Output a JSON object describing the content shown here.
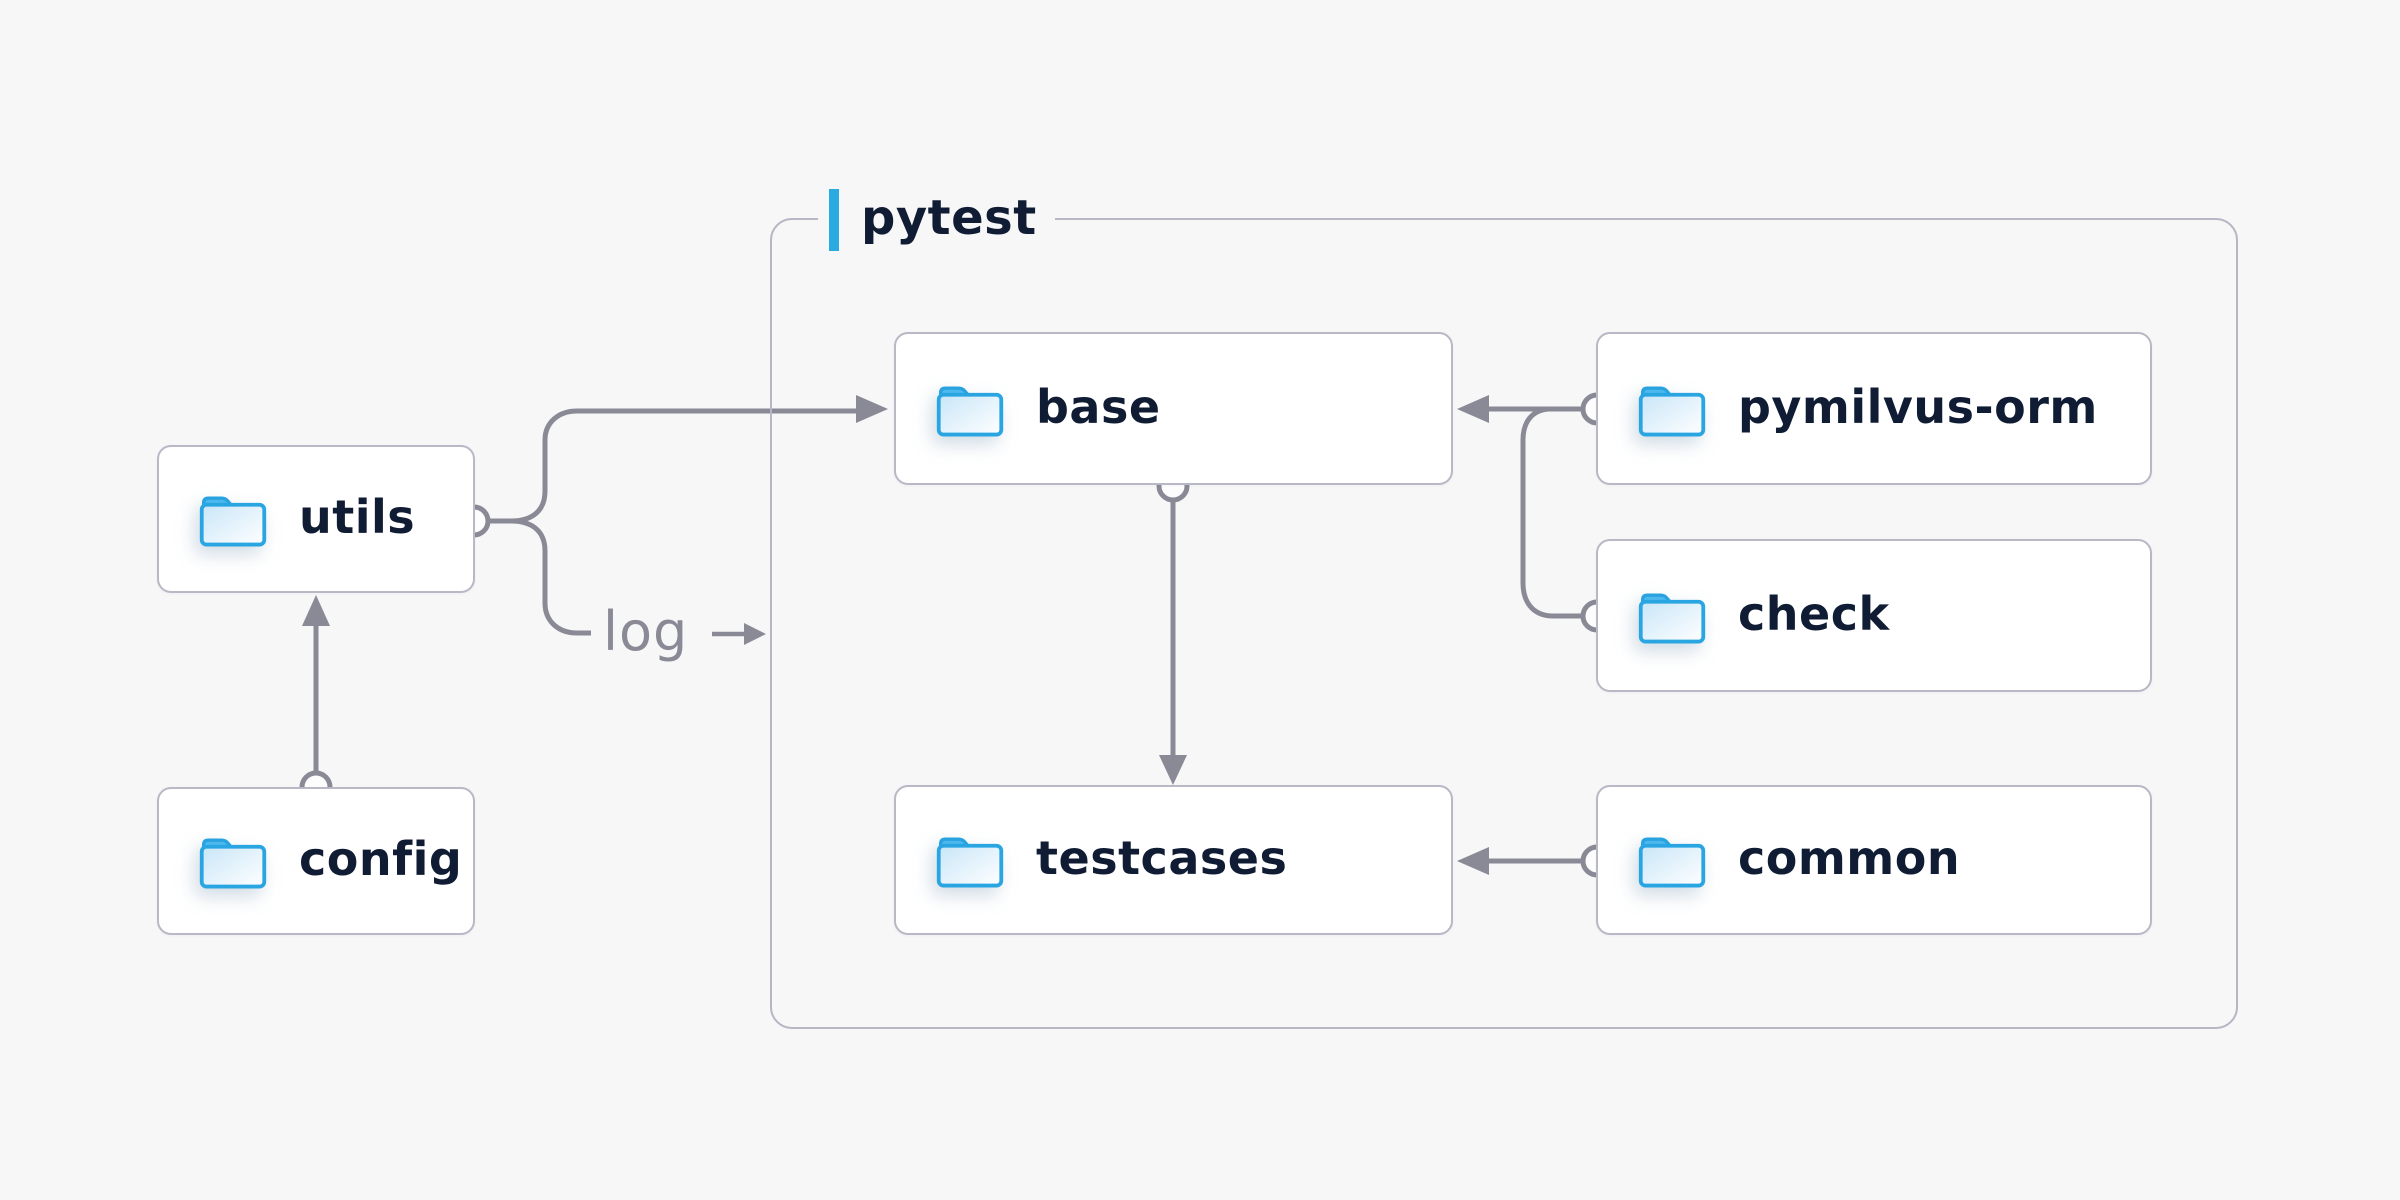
{
  "colors": {
    "background": "#f7f7f8",
    "line": "#8a8a96",
    "accent_blue": "#29abe2",
    "node_text": "#0f1c33",
    "node_border": "#b8b8c6",
    "folder_blue": "#29a5e2"
  },
  "container": {
    "label": "pytest"
  },
  "nodes": [
    {
      "id": "utils",
      "label": "utils",
      "icon": "folder"
    },
    {
      "id": "config",
      "label": "config",
      "icon": "folder"
    },
    {
      "id": "base",
      "label": "base",
      "icon": "folder"
    },
    {
      "id": "pymilvus-orm",
      "label": "pymilvus-orm",
      "icon": "folder"
    },
    {
      "id": "check",
      "label": "check",
      "icon": "folder"
    },
    {
      "id": "testcases",
      "label": "testcases",
      "icon": "folder"
    },
    {
      "id": "common",
      "label": "common",
      "icon": "folder"
    }
  ],
  "edges": [
    {
      "from": "config",
      "to": "utils",
      "style": "arrow"
    },
    {
      "from": "utils",
      "to": "base",
      "style": "arrow"
    },
    {
      "from": "utils",
      "to": "pytest",
      "style": "arrow",
      "label": "log"
    },
    {
      "from": "pymilvus-orm",
      "to": "base",
      "style": "arrow"
    },
    {
      "from": "check",
      "to": "base",
      "style": "arrow"
    },
    {
      "from": "base",
      "to": "testcases",
      "style": "arrow"
    },
    {
      "from": "common",
      "to": "testcases",
      "style": "arrow"
    }
  ]
}
